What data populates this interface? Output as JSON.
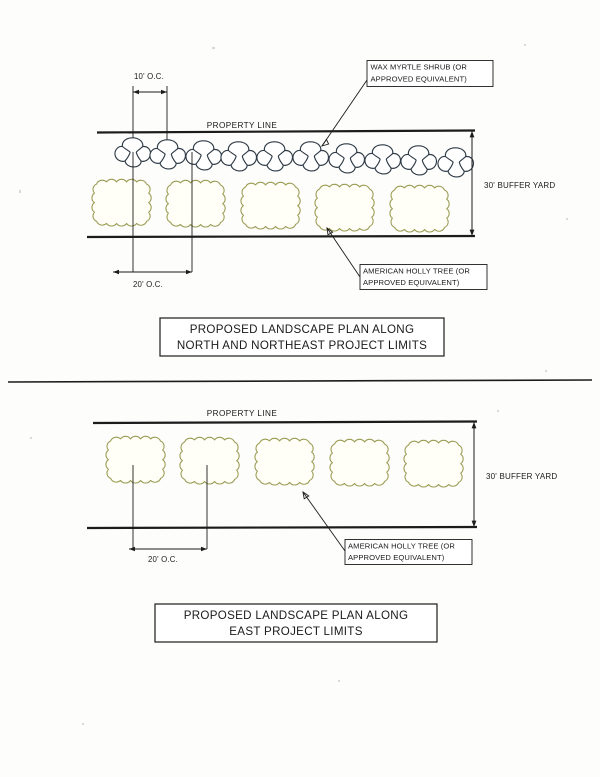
{
  "document": {
    "type": "landscape-buffer-plan-sheet",
    "background_color": "#fdfdfc",
    "ink_color": "#1c1c1c"
  },
  "colors": {
    "shrub_outline": "#2f3b46",
    "tree_outline": "#9a9b52",
    "line": "#1c1c1c",
    "paper": "#fdfdfc"
  },
  "diagrams": [
    {
      "id": "north-northeast",
      "title_line1": "PROPOSED LANDSCAPE PLAN ALONG",
      "title_line2": "NORTH AND NORTHEAST PROJECT LIMITS",
      "property_line_label": "PROPERTY LINE",
      "buffer_label": "30' BUFFER YARD",
      "buffer_depth_ft": 30,
      "spacing_dimensions": [
        {
          "label": "10' O.C.",
          "spacing_ft": 10,
          "applies_to": "wax-myrtle-shrub",
          "text_position": "above"
        },
        {
          "label": "20' O.C.",
          "spacing_ft": 20,
          "applies_to": "american-holly-tree",
          "text_position": "below"
        }
      ],
      "callouts": [
        {
          "id": "wax-myrtle",
          "line1": "WAX MYRTLE SHRUB (OR",
          "line2": "APPROVED EQUIVALENT)"
        },
        {
          "id": "american-holly",
          "line1": "AMERICAN HOLLY TREE (OR",
          "line2": "APPROVED EQUIVALENT)"
        }
      ],
      "plant_rows": [
        {
          "species": "wax-myrtle-shrub",
          "symbol": "clover",
          "count": 10,
          "spacing_ft": 10
        },
        {
          "species": "american-holly-tree",
          "symbol": "scalloped-square",
          "count": 5,
          "spacing_ft": 20
        }
      ]
    },
    {
      "id": "east",
      "title_line1": "PROPOSED LANDSCAPE PLAN ALONG",
      "title_line2": "EAST PROJECT LIMITS",
      "property_line_label": "PROPERTY LINE",
      "buffer_label": "30' BUFFER YARD",
      "buffer_depth_ft": 30,
      "spacing_dimensions": [
        {
          "label": "20' O.C.",
          "spacing_ft": 20,
          "applies_to": "american-holly-tree",
          "text_position": "inline"
        }
      ],
      "callouts": [
        {
          "id": "american-holly",
          "line1": "AMERICAN HOLLY TREE (OR",
          "line2": "APPROVED EQUIVALENT)"
        }
      ],
      "plant_rows": [
        {
          "species": "american-holly-tree",
          "symbol": "scalloped-square",
          "count": 5,
          "spacing_ft": 20
        }
      ]
    }
  ]
}
